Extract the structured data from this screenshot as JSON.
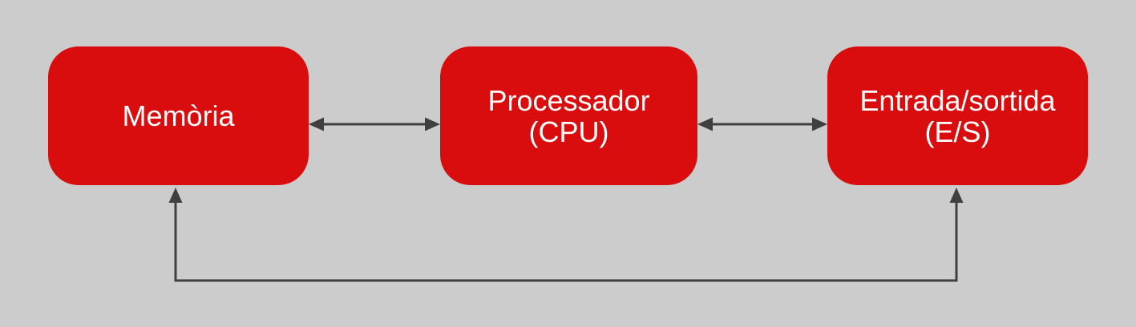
{
  "diagram": {
    "background_color": "#CCCCCC",
    "node_fill_color": "#D90D0D",
    "node_text_color": "#FFFFFF",
    "connector_color": "#3F3F3F",
    "nodes": [
      {
        "id": "memoria",
        "label": "Memòria",
        "sublabel": ""
      },
      {
        "id": "processador",
        "label": "Processador",
        "sublabel": "(CPU)"
      },
      {
        "id": "entrada-sortida",
        "label": "Entrada/sortida",
        "sublabel": "(E/S)"
      }
    ],
    "edges": [
      {
        "from": "memoria",
        "to": "processador",
        "style": "double-headed-horizontal"
      },
      {
        "from": "processador",
        "to": "entrada-sortida",
        "style": "double-headed-horizontal"
      },
      {
        "from": "memoria",
        "to": "entrada-sortida",
        "style": "bottom-bus-arrowheads-up-into-both"
      }
    ]
  }
}
